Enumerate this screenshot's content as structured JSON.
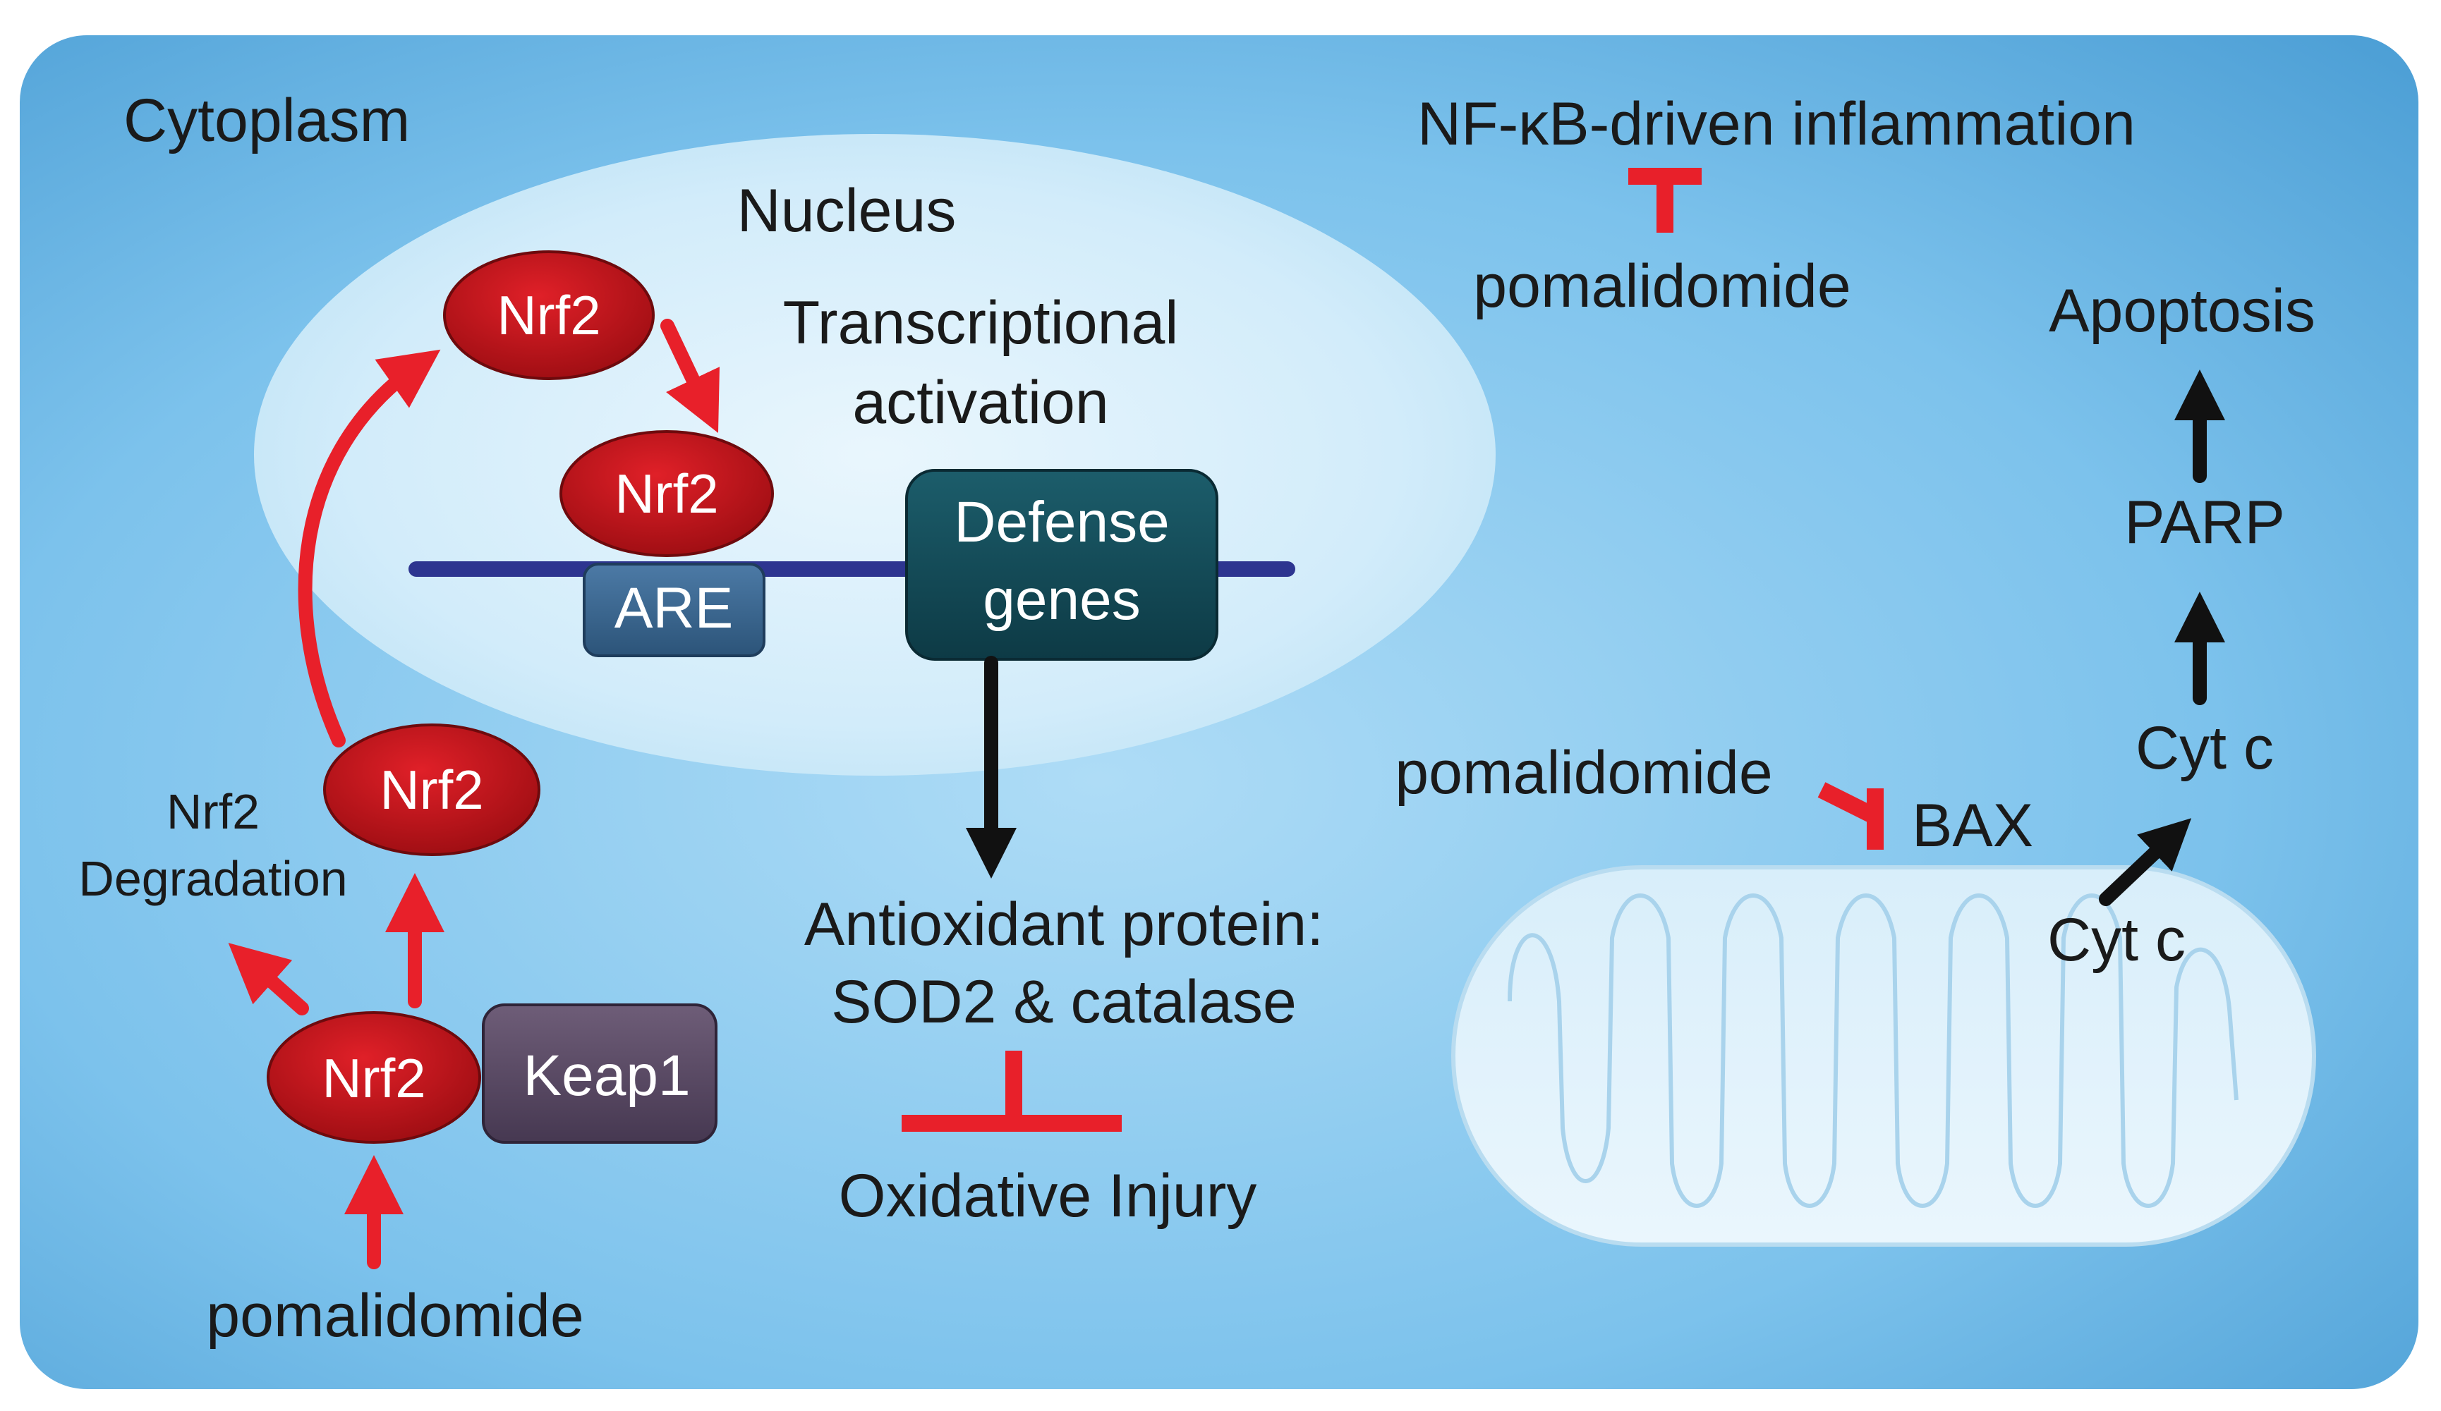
{
  "compartments": {
    "cytoplasm": "Cytoplasm",
    "nucleus": "Nucleus"
  },
  "nucleus": {
    "activation_line1": "Transcriptional",
    "activation_line2": "activation",
    "are": "ARE",
    "defense_line1": "Defense",
    "defense_line2": "genes",
    "nrf2_top": "Nrf2",
    "nrf2_bound": "Nrf2"
  },
  "cytoplasm": {
    "nrf2_free": "Nrf2",
    "nrf2_complex": "Nrf2",
    "keap1": "Keap1",
    "degradation_line1": "Nrf2",
    "degradation_line2": "Degradation",
    "drug": "pomalidomide"
  },
  "antioxidant": {
    "line1": "Antioxidant protein:",
    "line2": "SOD2 & catalase",
    "injury": "Oxidative Injury"
  },
  "inflammation": {
    "title": "NF-κB-driven inflammation",
    "drug": "pomalidomide"
  },
  "apoptosis": {
    "title": "Apoptosis",
    "parp": "PARP",
    "cytc_upper": "Cyt c",
    "cytc_mito": "Cyt c",
    "bax": "BAX",
    "drug": "pomalidomide"
  },
  "colors": {
    "cell_blue": "#5aaee0",
    "nrf2_red": "#c4141b",
    "arrow_red": "#e8202a",
    "keap1_purple": "#5a4a63",
    "are_blue": "#3a6590",
    "defense_teal": "#134a57",
    "dna_line": "#2d3590"
  }
}
